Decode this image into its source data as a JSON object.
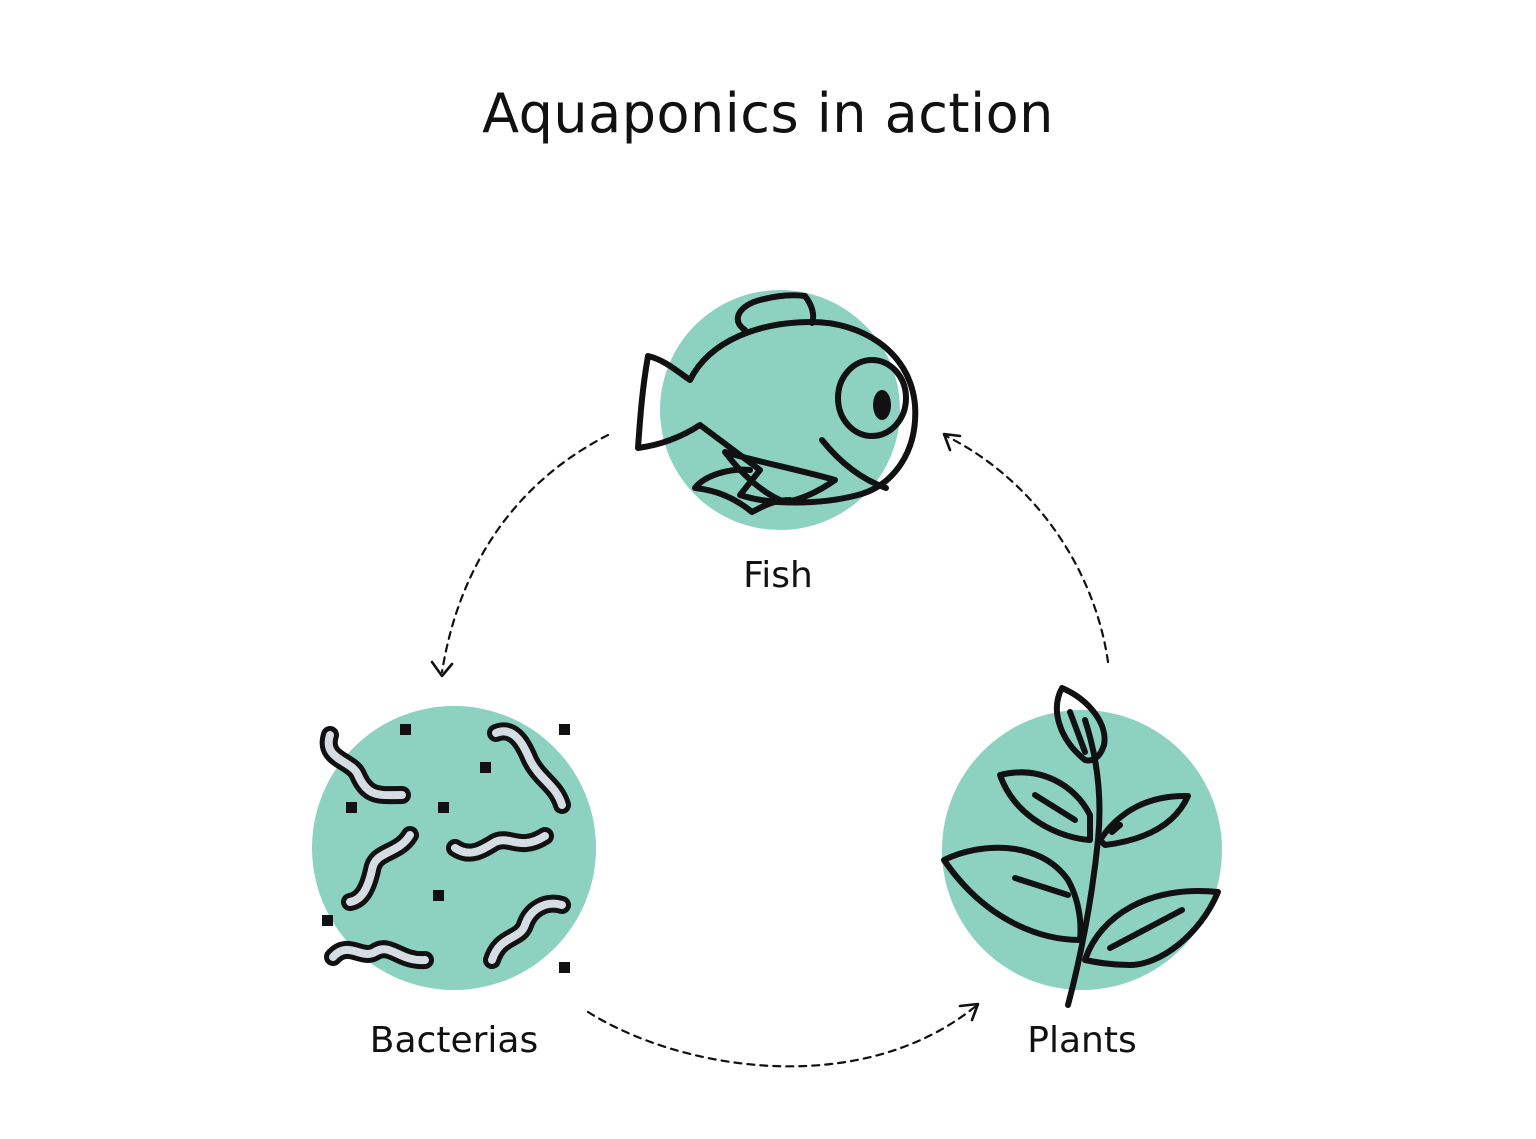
{
  "title": "Aquaponics in action",
  "nodes": {
    "fish": {
      "label": "Fish"
    },
    "bacteria": {
      "label": "Bacterias"
    },
    "plants": {
      "label": "Plants"
    }
  },
  "colors": {
    "circle": "#8dd1c1",
    "ink": "#111111",
    "worm_fill": "#d5dce3",
    "leaf_fill": "#d5dce3",
    "background": "#ffffff"
  },
  "cycle": [
    "fish",
    "bacteria",
    "plants",
    "fish"
  ]
}
